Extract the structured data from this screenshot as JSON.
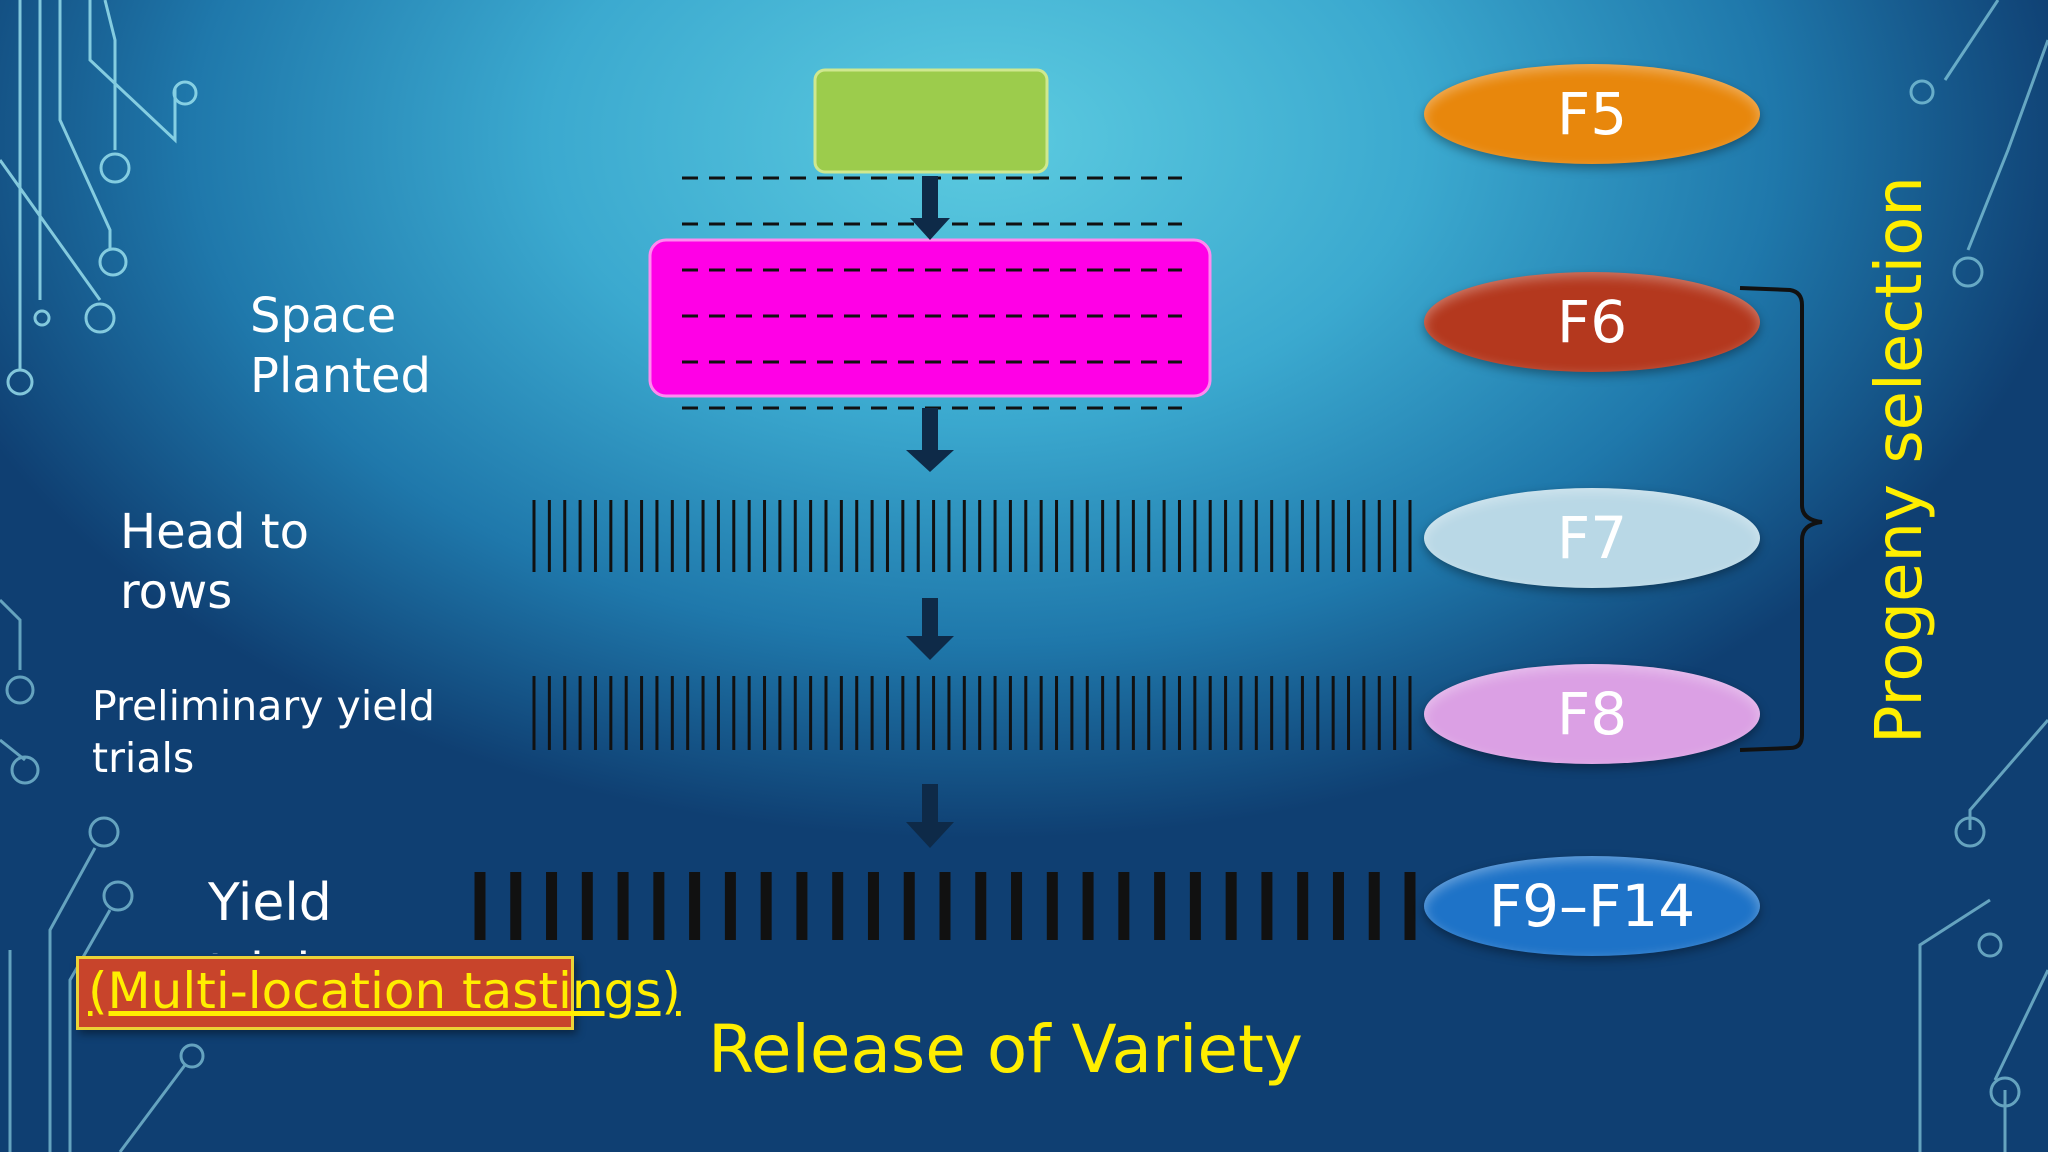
{
  "stages": {
    "space_planted": "Space\nPlanted",
    "head_to_rows": "Head to\nrows",
    "preliminary": "Preliminary yield\ntrials",
    "yield": "Yield\ntrials"
  },
  "generations": {
    "f5": "F5",
    "f6": "F6",
    "f7": "F7",
    "f8": "F8",
    "f9_f14": "F9–F14"
  },
  "bracket_label": "Progeny selection",
  "note": "(Multi-location tastings)",
  "release": "Release of Variety",
  "colors": {
    "green_box": "#9ccc4c",
    "magenta_box": "#ff00e6",
    "f5": "#e8870c",
    "f6": "#b4381e",
    "f7": "#b9d8e6",
    "f8": "#dba0e4",
    "f9_f14": "#1e73c8",
    "yellow_text": "#ffee00",
    "note_bg": "#c8442b"
  }
}
